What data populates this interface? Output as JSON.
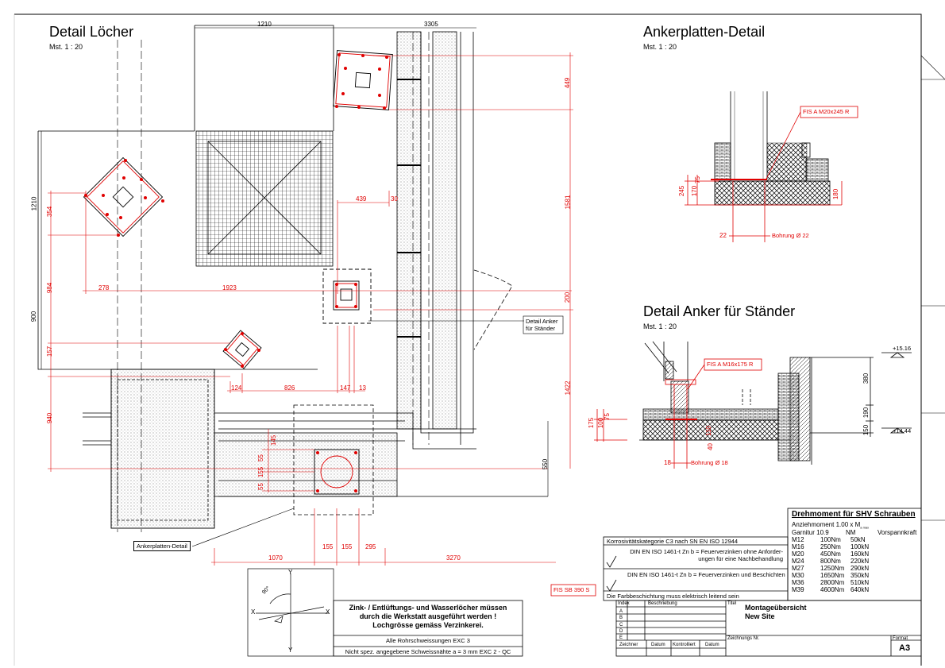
{
  "titles": {
    "holes": "Detail Löcher",
    "holes_scale": "Mst. 1 : 20",
    "plate": "Ankerplatten-Detail",
    "plate_scale": "Mst. 1 : 20",
    "anchor": "Detail Anker für Ständer",
    "anchor_scale": "Mst. 1 : 20"
  },
  "dims": {
    "top_1210": "1210",
    "top_3305": "3305",
    "left_1210": "1210",
    "left_900": "900",
    "d354": "354",
    "d984": "984",
    "d157": "157",
    "d940": "940",
    "d278": "278",
    "d1923": "1923",
    "d439": "439",
    "d30": "30",
    "d449": "449",
    "d1581": "1581",
    "d200": "200",
    "d1422": "1422",
    "d124": "124",
    "d826": "826",
    "d147": "147",
    "d13": "13",
    "d145": "145",
    "d155a": "55",
    "d155b": "155",
    "d155c": "55",
    "d550": "550",
    "d1070": "1070",
    "d155d": "155",
    "d155e": "155",
    "d295": "295",
    "d3270": "3270",
    "p245": "245",
    "p170": "170",
    "p75": "75",
    "p180": "180",
    "p22": "22",
    "a175": "175",
    "a100": "100",
    "a75": "75",
    "a110": "110",
    "a40": "40",
    "a18": "18",
    "a380": "380",
    "a190": "190",
    "a150": "150"
  },
  "callouts": {
    "detail_anker": "Detail Anker\nfür Ständer",
    "detail_anker_l1": "Detail Anker",
    "detail_anker_l2": "für Ständer",
    "ankerplatten": "Ankerplatten-Detail",
    "fis_m20": "FIS A M20x245 R",
    "fis_m16": "FIS A M16x175 R",
    "bohrung22": "Bohrung Ø 22",
    "bohrung18": "Bohrung Ø 18",
    "fis_sb": "FIS SB 390 S",
    "level_top": "+15.16",
    "level_bottom": "+14.44"
  },
  "torque": {
    "title": "Drehmoment für SHV Schrauben",
    "subtitle": "Anziehmoment 1.00 x M",
    "subtitle_sub": "a max",
    "col1": "Garnitur 10.9",
    "col2": "NM",
    "col3": "Vorspannkraft",
    "rows": [
      {
        "m": "M12",
        "nm": "100Nm",
        "kn": "50kN"
      },
      {
        "m": "M16",
        "nm": "250Nm",
        "kn": "100kN"
      },
      {
        "m": "M20",
        "nm": "450Nm",
        "kn": "160kN"
      },
      {
        "m": "M24",
        "nm": "800Nm",
        "kn": "220kN"
      },
      {
        "m": "M27",
        "nm": "1250Nm",
        "kn": "290kN"
      },
      {
        "m": "M30",
        "nm": "1650Nm",
        "kn": "350kN"
      },
      {
        "m": "M36",
        "nm": "2800Nm",
        "kn": "510kN"
      },
      {
        "m": "M39",
        "nm": "4600Nm",
        "kn": "640kN"
      }
    ]
  },
  "corrosion": {
    "title": "Korrosivitätskategorie C3 nach SN EN ISO 12944",
    "opt1_l1": "DIN EN ISO 1461-t Zn b = Feuerverzinken ohne Anforder-",
    "opt1_l2": "ungen für eine Nachbehandlung",
    "opt2": "DIN EN ISO 1461-t Zn b = Feuerverzinken und Beschichten",
    "note": "Die Farbbeschichtung muss elektrisch leitend sein"
  },
  "notes": {
    "zink_l1": "Zink- / Entlüftungs- und Wasserlöcher müssen",
    "zink_l2": "durch die Werkstatt ausgeführt werden !",
    "zink_l3": "Lochgrösse gemäss Verzinkerei.",
    "weld1": "Alle Rohrschweissungen EXC 3",
    "weld2": "Nicht spez. angegebene Schweissnähte a = 3 mm EXC 2 - QC"
  },
  "axes": {
    "y_top": "Y",
    "y_bottom": "Y",
    "x_left": "X",
    "x_right": "X",
    "angle": "90°"
  },
  "titleblock": {
    "index": "Index",
    "beschreibung": "Beschriebung",
    "letters": [
      "A",
      "B",
      "C",
      "D",
      "E"
    ],
    "zeichner": "Zeichner",
    "datum1": "Datum",
    "kontrolliert": "Kontrolliert",
    "datum2": "Datum",
    "titel_label": "Titel",
    "titel_l1": "Montageübersicht",
    "titel_l2": "New Site",
    "zeichnungsnr": "Zeichnungs Nr.",
    "format_label": "Format",
    "format": "A3"
  },
  "colors": {
    "red": "#e00000",
    "line": "#000000"
  }
}
